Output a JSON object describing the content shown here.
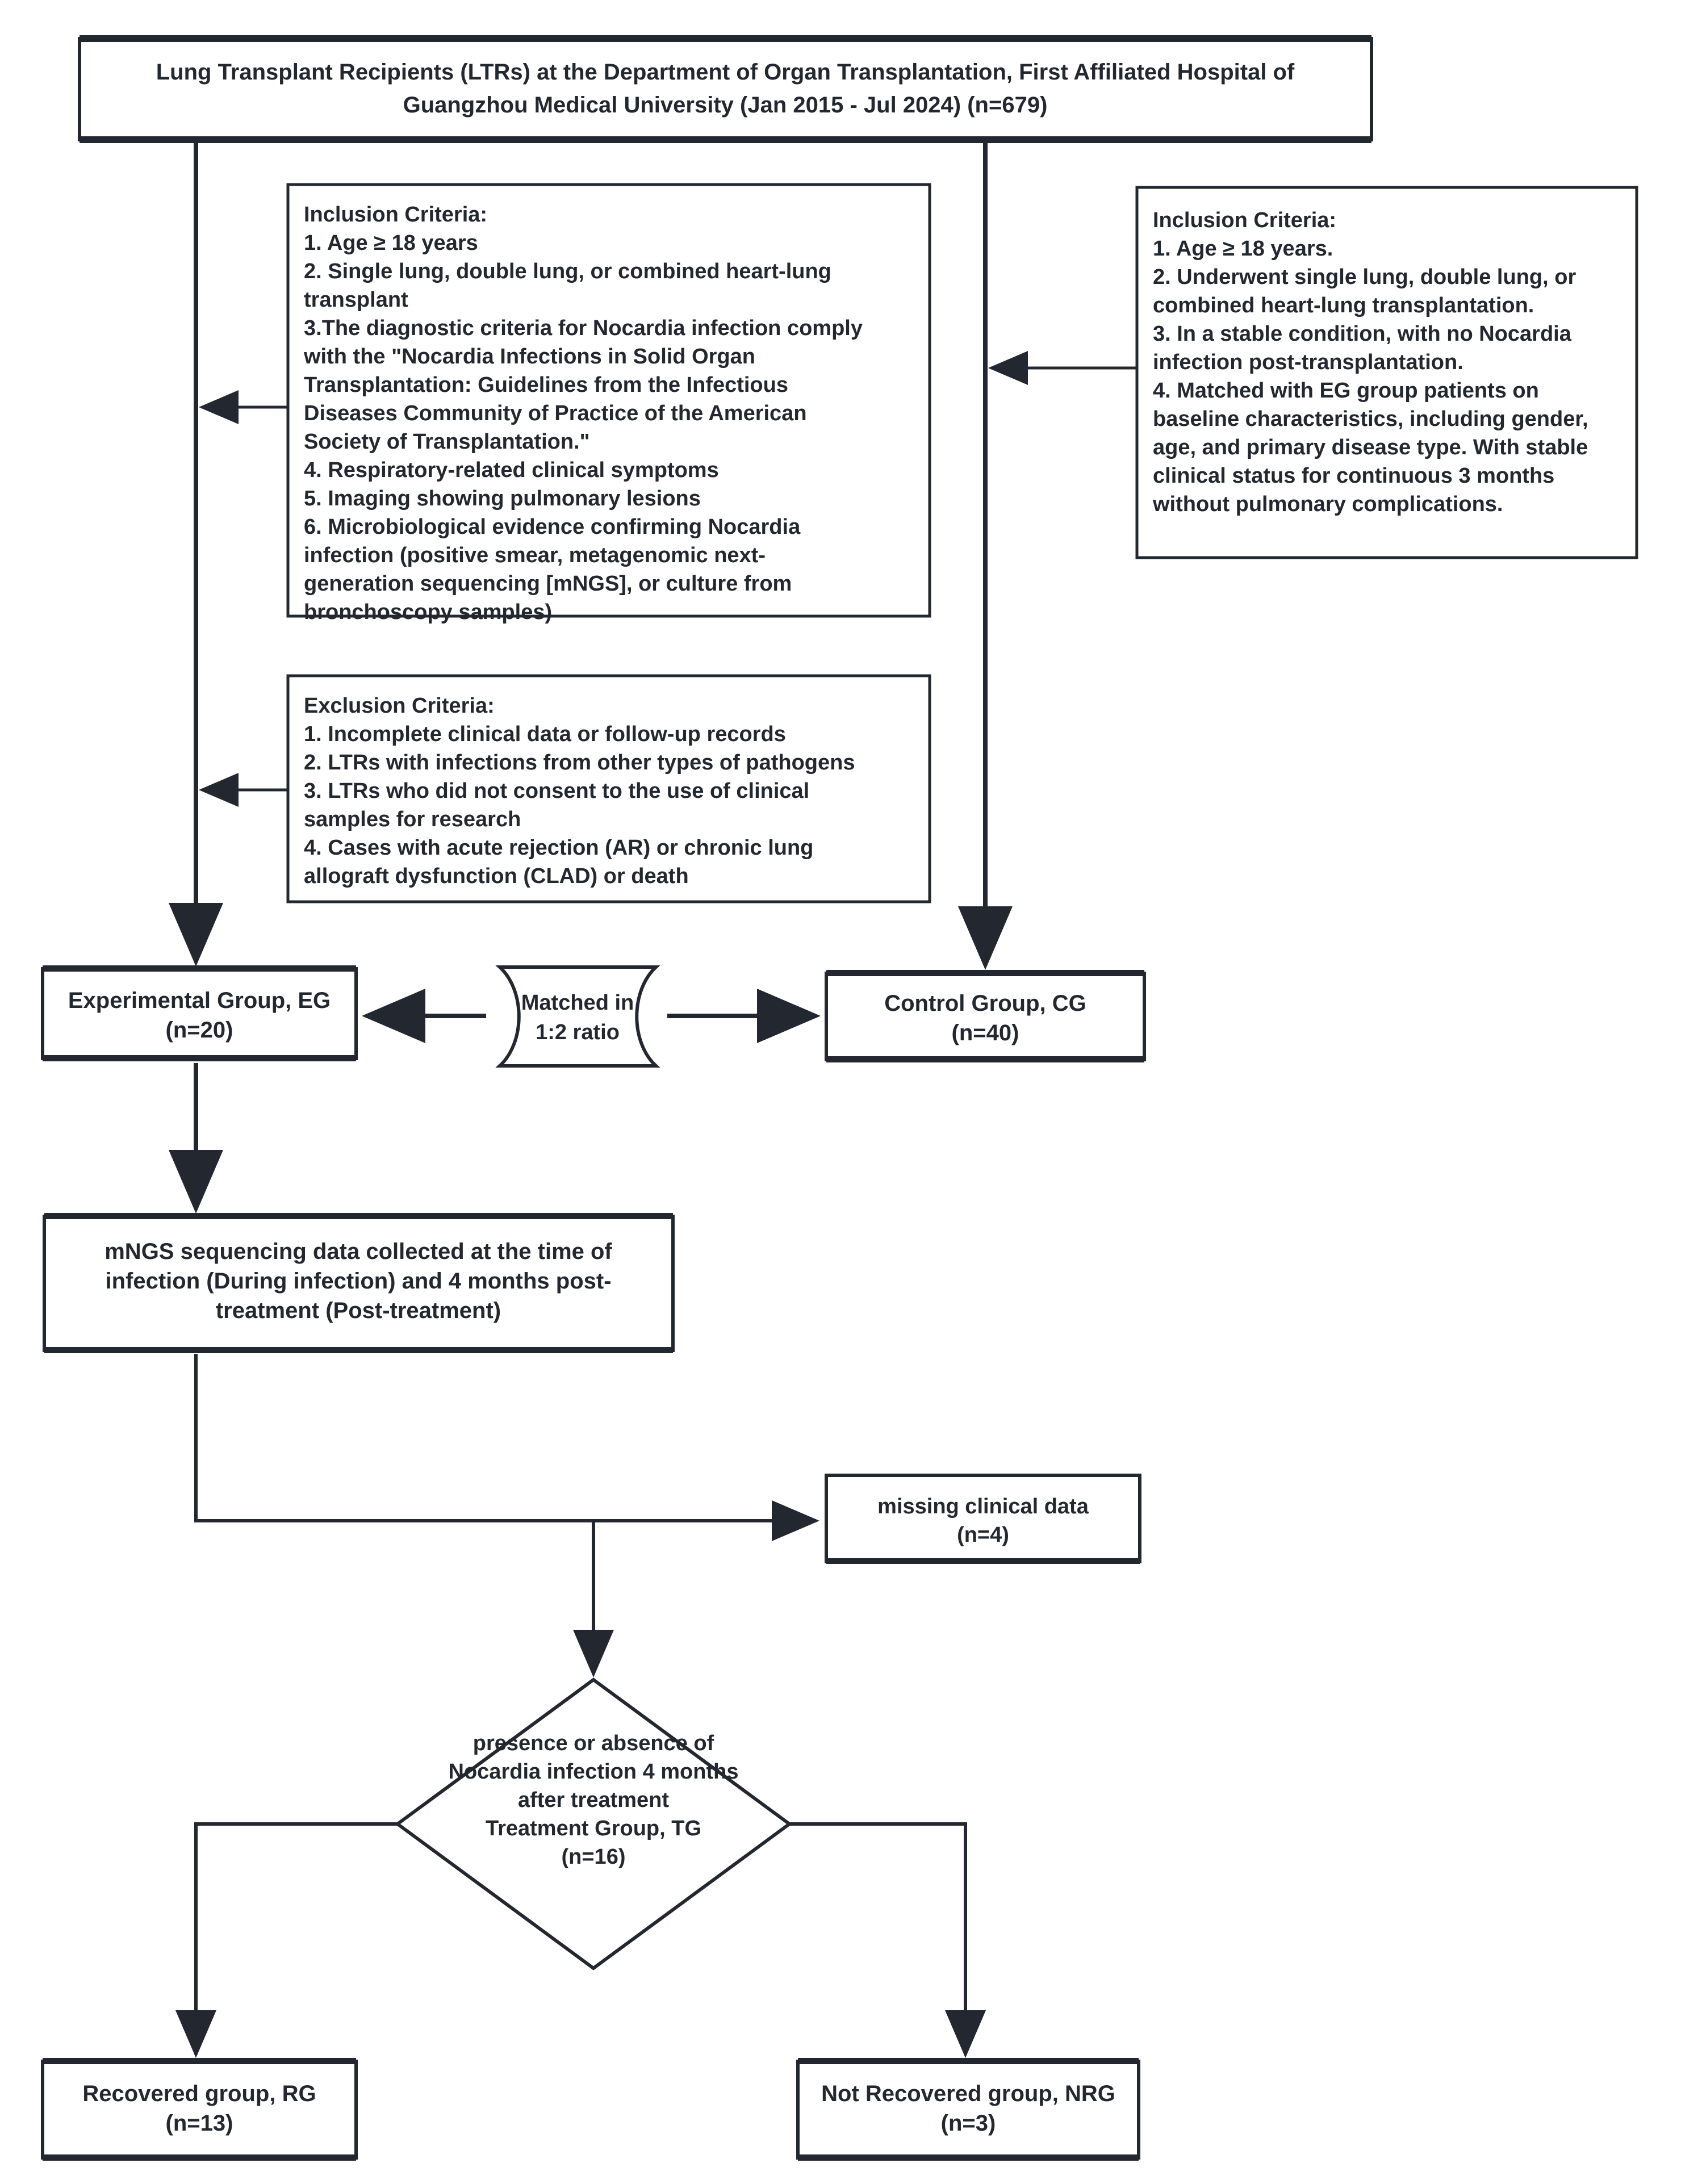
{
  "diagram": {
    "type": "flowchart",
    "title_box": {
      "id": "source-population",
      "lines": [
        "Lung Transplant Recipients (LTRs) at the Department of Organ Transplantation, First Affiliated Hospital of",
        "Guangzhou Medical University (Jan 2015 - Jul 2024) (n=679)"
      ],
      "n": 679
    },
    "inclusion_left": {
      "heading": "Inclusion Criteria:",
      "lines": [
        "1. Age ≥ 18 years",
        "2. Single lung, double lung, or combined heart-lung",
        "transplant",
        "3.The diagnostic criteria for Nocardia infection comply",
        "with the \"Nocardia Infections in Solid Organ",
        "Transplantation: Guidelines from the Infectious",
        "Diseases Community of Practice of the American",
        "Society of Transplantation.\"",
        "4. Respiratory-related clinical symptoms",
        "5. Imaging showing pulmonary lesions",
        "6. Microbiological evidence confirming Nocardia",
        "infection (positive smear, metagenomic next-",
        "generation sequencing [mNGS], or culture from",
        "bronchoscopy samples)"
      ]
    },
    "inclusion_right": {
      "heading": "Inclusion Criteria:",
      "lines": [
        "1. Age ≥ 18 years.",
        "2. Underwent single lung, double lung, or",
        "combined heart-lung transplantation.",
        "3. In a stable condition, with no Nocardia",
        "infection post-transplantation.",
        "4. Matched with EG group patients on",
        "baseline characteristics, including gender,",
        "age, and primary disease type. With stable",
        "clinical status for continuous 3 months",
        "without pulmonary complications."
      ]
    },
    "exclusion": {
      "heading": "Exclusion Criteria:",
      "lines": [
        "1. Incomplete clinical data or follow-up records",
        "2. LTRs with infections from other types of pathogens",
        "3. LTRs who did not consent to the use of clinical",
        "samples for research",
        "4. Cases with acute rejection  (AR)  or chronic lung",
        "allograft dysfunction (CLAD) or death"
      ]
    },
    "experimental_group": {
      "lines": [
        "Experimental Group, EG",
        "(n=20)"
      ],
      "n": 20
    },
    "matched_connector": {
      "lines": [
        "Matched in",
        "1:2 ratio"
      ],
      "ratio": "1:2"
    },
    "control_group": {
      "lines": [
        "Control Group,  CG",
        "(n=40)"
      ],
      "n": 40
    },
    "mngs_box": {
      "lines": [
        "mNGS sequencing data collected at the time of",
        "infection (During infection) and 4 months post-",
        "treatment (Post-treatment)"
      ]
    },
    "missing_data": {
      "lines": [
        "missing clinical data",
        "(n=4)"
      ],
      "n": 4
    },
    "decision": {
      "lines": [
        "presence or absence of",
        "Nocardia infection 4 months",
        "after treatment",
        "Treatment Group, TG",
        "(n=16)"
      ],
      "n": 16
    },
    "recovered_group": {
      "lines": [
        "Recovered group, RG",
        "(n=13)"
      ],
      "n": 13
    },
    "not_recovered_group": {
      "lines": [
        "Not Recovered group, NRG",
        "(n=3)"
      ],
      "n": 3
    },
    "colors": {
      "stroke": "#232830",
      "fill": "#ffffff",
      "text": "#232830"
    }
  }
}
